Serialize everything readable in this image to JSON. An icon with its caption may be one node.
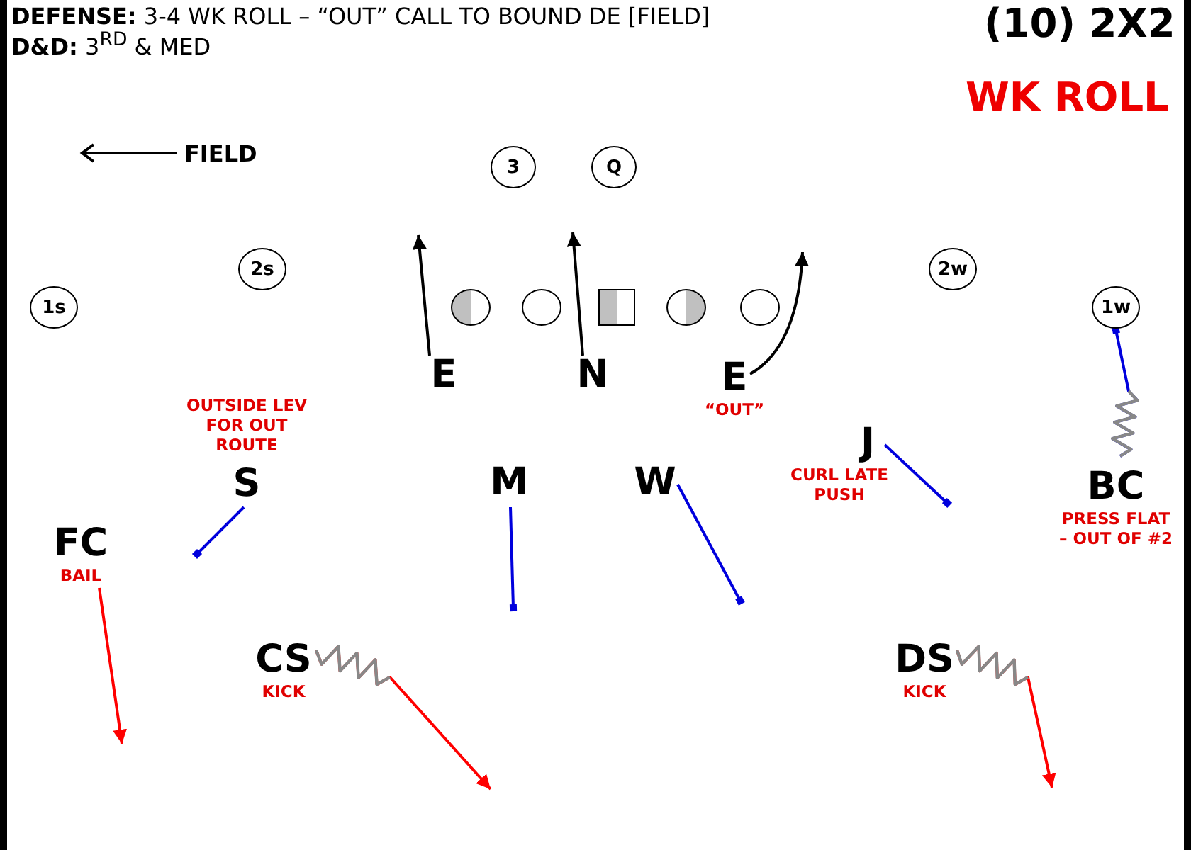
{
  "diagram": {
    "nodes": [
      {
        "text": [
          "3"
        ]
      },
      {
        "text": [
          "Q"
        ]
      },
      {
        "text": [
          "2s"
        ]
      },
      {
        "text": [
          "2w"
        ]
      },
      {
        "text": [
          "1s"
        ]
      },
      {
        "text": [],
        "shape": "circle"
      },
      {
        "text": [],
        "shape": "circle"
      },
      {
        "text": [],
        "shape": "box"
      },
      {
        "text": [],
        "shape": "circle"
      },
      {
        "text": [],
        "shape": "circle"
      },
      {
        "text": [
          "1w"
        ]
      },
      {
        "text": [
          "E"
        ]
      },
      {
        "text": [
          "N"
        ]
      },
      {
        "text": [
          "E"
        ],
        "beside": [
          "“OUT”"
        ]
      },
      {
        "text": [
          "J"
        ],
        "beside": [
          "CURL LATE PUSH"
        ]
      },
      {
        "text": [
          "S"
        ],
        "beside": [
          "OUTSIDE LEV FOR OUT ROUTE"
        ]
      },
      {
        "text": [
          "M"
        ]
      },
      {
        "text": [
          "W"
        ]
      },
      {
        "text": [
          "BC"
        ],
        "beside": [
          "PRESS FLAT – OUT OF #2"
        ]
      },
      {
        "text": [
          "FC"
        ],
        "beside": [
          "BAIL"
        ]
      },
      {
        "text": [
          "CS"
        ],
        "beside": [
          "KICK"
        ]
      },
      {
        "text": [
          "DS"
        ],
        "beside": [
          "KICK"
        ]
      }
    ],
    "edges": [
      {
        "from": 11,
        "to": null,
        "arrow": "to",
        "color": "#000000"
      },
      {
        "from": 12,
        "to": null,
        "arrow": "to",
        "color": "#000000"
      },
      {
        "from": 13,
        "to": null,
        "arrow": "to",
        "color": "#000000"
      },
      {
        "from": 15,
        "to": null,
        "arrow": "other"
      },
      {
        "from": 14,
        "to": null,
        "arrow": "other"
      },
      {
        "from": 16,
        "to": null,
        "arrow": "other"
      },
      {
        "from": 17,
        "to": null,
        "arrow": "other"
      },
      {
        "from": 18,
        "to": 10,
        "arrow": "other"
      },
      {
        "from": 19,
        "to": null,
        "arrow": "to",
        "color": "#ff0000"
      },
      {
        "from": 20,
        "to": null,
        "arrow": "to",
        "color": "#ff0000"
      },
      {
        "from": 21,
        "to": null,
        "arrow": "to",
        "color": "#ff0000"
      }
    ],
    "labels": [
      "**DEFENSE:** 3-4 WK ROLL – “OUT” CALL TO BOUND DE [FIELD]",
      "(10) 2X2",
      "**D&D:** 3$^{RD}$ & MED",
      "WK ROLL",
      "FIELD"
    ]
  }
}
